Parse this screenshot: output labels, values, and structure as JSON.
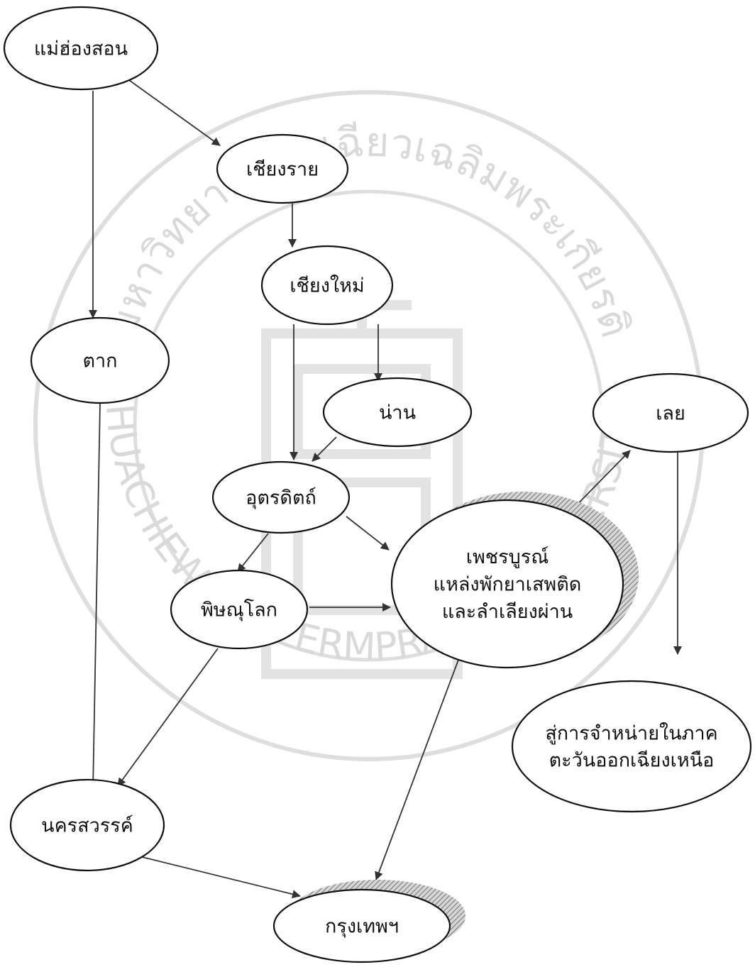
{
  "watermark": {
    "thai_text": "มหาวิทยาลัยหัวเฉียวเฉลิมพระเกียรติ",
    "english_text": "HUACHIEW CHALERMPRAKIET UNIVERSITY",
    "color": "#d9d9d9",
    "description_icon": "university-seal-watermark"
  },
  "nodes": [
    {
      "id": "maehongson",
      "lines": [
        "แม่ฮ่องสอน"
      ]
    },
    {
      "id": "chiangrai",
      "lines": [
        "เชียงราย"
      ]
    },
    {
      "id": "chiangmai",
      "lines": [
        "เชียงใหม่"
      ]
    },
    {
      "id": "tak",
      "lines": [
        "ตาก"
      ]
    },
    {
      "id": "nan",
      "lines": [
        "น่าน"
      ]
    },
    {
      "id": "loei",
      "lines": [
        "เลย"
      ]
    },
    {
      "id": "uttaradit",
      "lines": [
        "อุตรดิตถ์"
      ]
    },
    {
      "id": "phetchabun",
      "lines": [
        "เพชรบูรณ์",
        "แหล่งพักยาเสพติด",
        "และลำเลียงผ่าน"
      ]
    },
    {
      "id": "phitsanulok",
      "lines": [
        "พิษณุโลก"
      ]
    },
    {
      "id": "northeast",
      "lines": [
        "สู่การจำหน่ายในภาค",
        "ตะวันออกเฉียงเหนือ"
      ]
    },
    {
      "id": "nakhonsawan",
      "lines": [
        "นครสวรรค์"
      ]
    },
    {
      "id": "bangkok",
      "lines": [
        "กรุงเทพฯ"
      ]
    }
  ],
  "edges": [
    {
      "from": "maehongson",
      "to": "chiangrai"
    },
    {
      "from": "maehongson",
      "to": "tak"
    },
    {
      "from": "chiangrai",
      "to": "chiangmai"
    },
    {
      "from": "chiangmai",
      "to": "nan"
    },
    {
      "from": "chiangmai",
      "to": "uttaradit"
    },
    {
      "from": "nan",
      "to": "uttaradit"
    },
    {
      "from": "uttaradit",
      "to": "phitsanulok"
    },
    {
      "from": "uttaradit",
      "to": "phetchabun"
    },
    {
      "from": "phitsanulok",
      "to": "phetchabun"
    },
    {
      "from": "phetchabun",
      "to": "loei"
    },
    {
      "from": "loei",
      "to": "northeast"
    },
    {
      "from": "tak",
      "to": "nakhonsawan"
    },
    {
      "from": "phitsanulok",
      "to": "nakhonsawan"
    },
    {
      "from": "phetchabun",
      "to": "bangkok"
    },
    {
      "from": "nakhonsawan",
      "to": "bangkok"
    }
  ]
}
